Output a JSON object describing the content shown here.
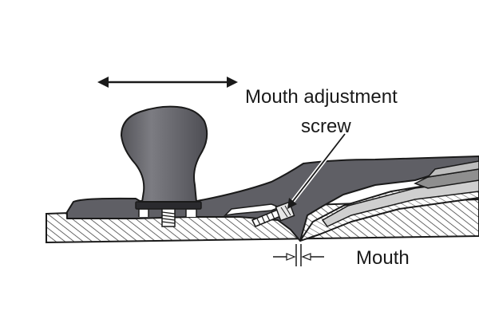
{
  "labels": {
    "mouth_adjustment_line1": "Mouth adjustment",
    "mouth_adjustment_line2": "screw",
    "mouth": "Mouth"
  },
  "colors": {
    "background": "#ffffff",
    "outline": "#1a1a1a",
    "plane_body": "#5f5f65",
    "knob": "#6b6b70",
    "blade_light": "#cfcfcf",
    "blade_mid": "#8f8f8f",
    "wood_hatch": "#444444"
  },
  "icons": {
    "movement": "double-headed-arrow-icon",
    "callout": "pointer-arrow-icon",
    "mouth_gap": "inward-arrows-icon"
  }
}
